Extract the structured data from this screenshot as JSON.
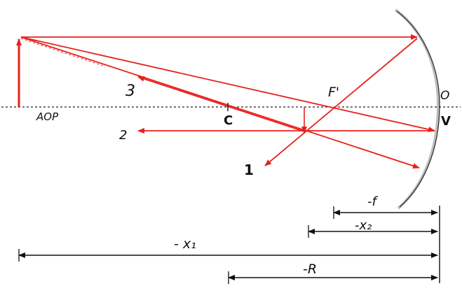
{
  "diagram": {
    "type": "concave mirror ray diagram",
    "colors": {
      "ray": "#e8201c",
      "mirror": "#555555",
      "axis": "#222222",
      "dimension": "#111111"
    },
    "labels": {
      "object": "AOP",
      "center": "C",
      "focus": "F'",
      "vertex": "V",
      "origin": "O",
      "ray1": "1",
      "ray2": "2",
      "ray3": "3"
    },
    "dimensions": {
      "focal_length": "-f",
      "image_distance": "-x₂",
      "object_distance": "- x₁",
      "radius": "-R"
    }
  }
}
